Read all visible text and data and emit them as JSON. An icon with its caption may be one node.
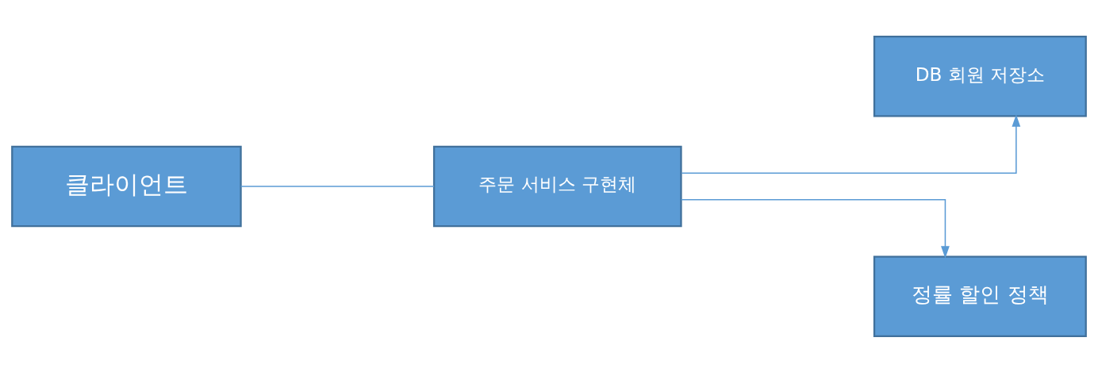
{
  "diagram": {
    "nodes": [
      {
        "text": [
          "클라이언트"
        ]
      },
      {
        "text": [
          "주문 서비스 구현체"
        ]
      },
      {
        "text": [
          "DB 회원 저장소"
        ]
      },
      {
        "text": [
          "정률 할인 정책"
        ]
      }
    ],
    "edges": [
      {
        "from": 0,
        "to": 1,
        "arrow": "none"
      },
      {
        "from": 1,
        "to": 2,
        "arrow": "to"
      },
      {
        "from": 1,
        "to": 3,
        "arrow": "to"
      }
    ]
  }
}
